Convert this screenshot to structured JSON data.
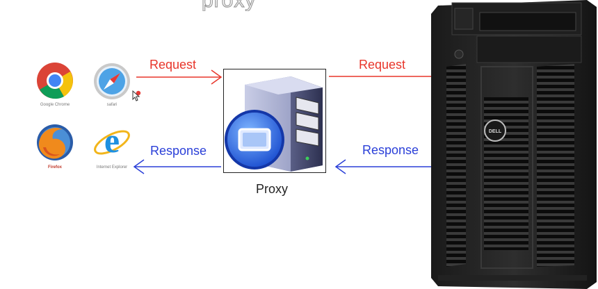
{
  "title": "proxy",
  "browsers": [
    {
      "name": "Google Chrome",
      "icon": "chrome-icon"
    },
    {
      "name": "safari",
      "icon": "safari-icon"
    },
    {
      "name": "Firefox",
      "icon": "firefox-icon"
    },
    {
      "name": "Internet Explorer",
      "icon": "ie-icon"
    }
  ],
  "arrows": {
    "client_request": "Request",
    "server_request": "Request",
    "client_response": "Response",
    "server_response": "Response"
  },
  "proxy": {
    "label": "Proxy"
  },
  "server": {
    "brand": "DELL"
  },
  "colors": {
    "request": "#e8352a",
    "response": "#2a3fd8"
  }
}
